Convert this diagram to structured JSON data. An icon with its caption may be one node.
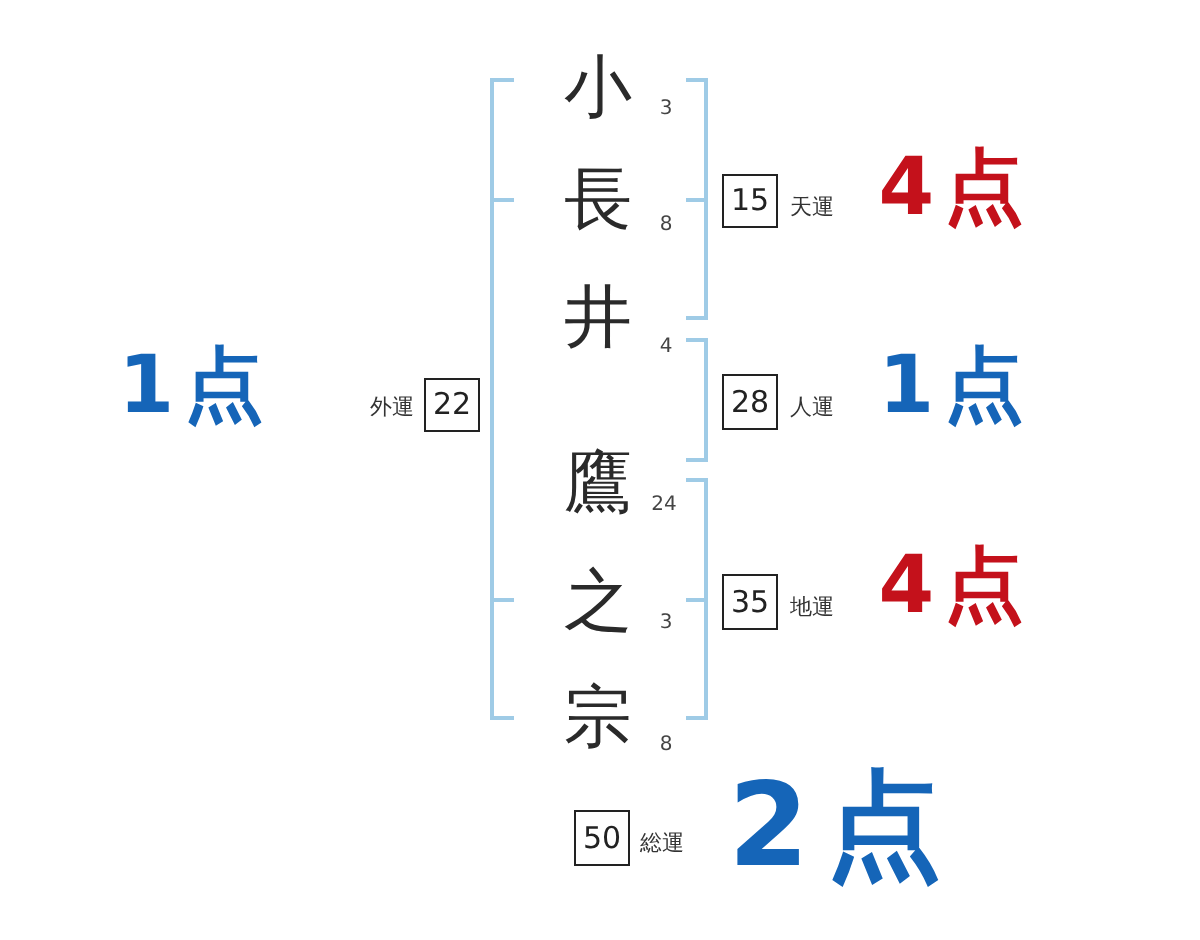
{
  "diagram": {
    "nodes": [
      {
        "text": [
          "15"
        ],
        "beside": [
          "天運"
        ]
      },
      {
        "text": [
          "22"
        ],
        "beside": [
          "外運"
        ]
      },
      {
        "text": [
          "28"
        ],
        "beside": [
          "人運"
        ]
      },
      {
        "text": [
          "35"
        ],
        "beside": [
          "地運"
        ]
      },
      {
        "text": [
          "50"
        ],
        "beside": [
          "総運"
        ]
      }
    ],
    "labels": [
      "小",
      "3",
      "長",
      "8",
      "井",
      "4",
      "鷹",
      "24",
      "之",
      "3",
      "宗",
      "8",
      "4点",
      "1点",
      "1点",
      "4点",
      "2点"
    ]
  }
}
